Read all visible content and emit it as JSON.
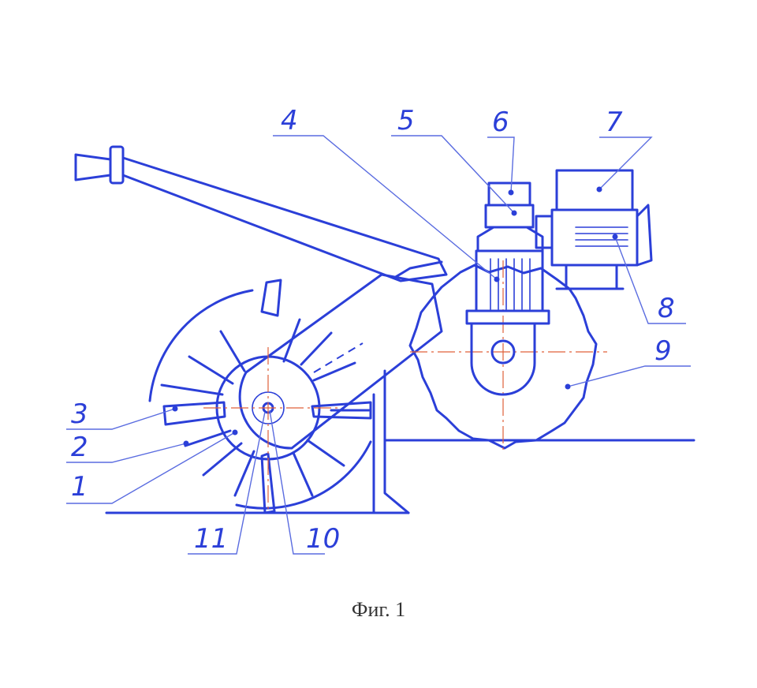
{
  "figure": {
    "caption": "Фиг. 1",
    "line_color": "#2b3fd8",
    "center_line_color": "#e0603a",
    "labels": [
      "1",
      "2",
      "3",
      "4",
      "5",
      "6",
      "7",
      "8",
      "9",
      "10",
      "11"
    ]
  }
}
